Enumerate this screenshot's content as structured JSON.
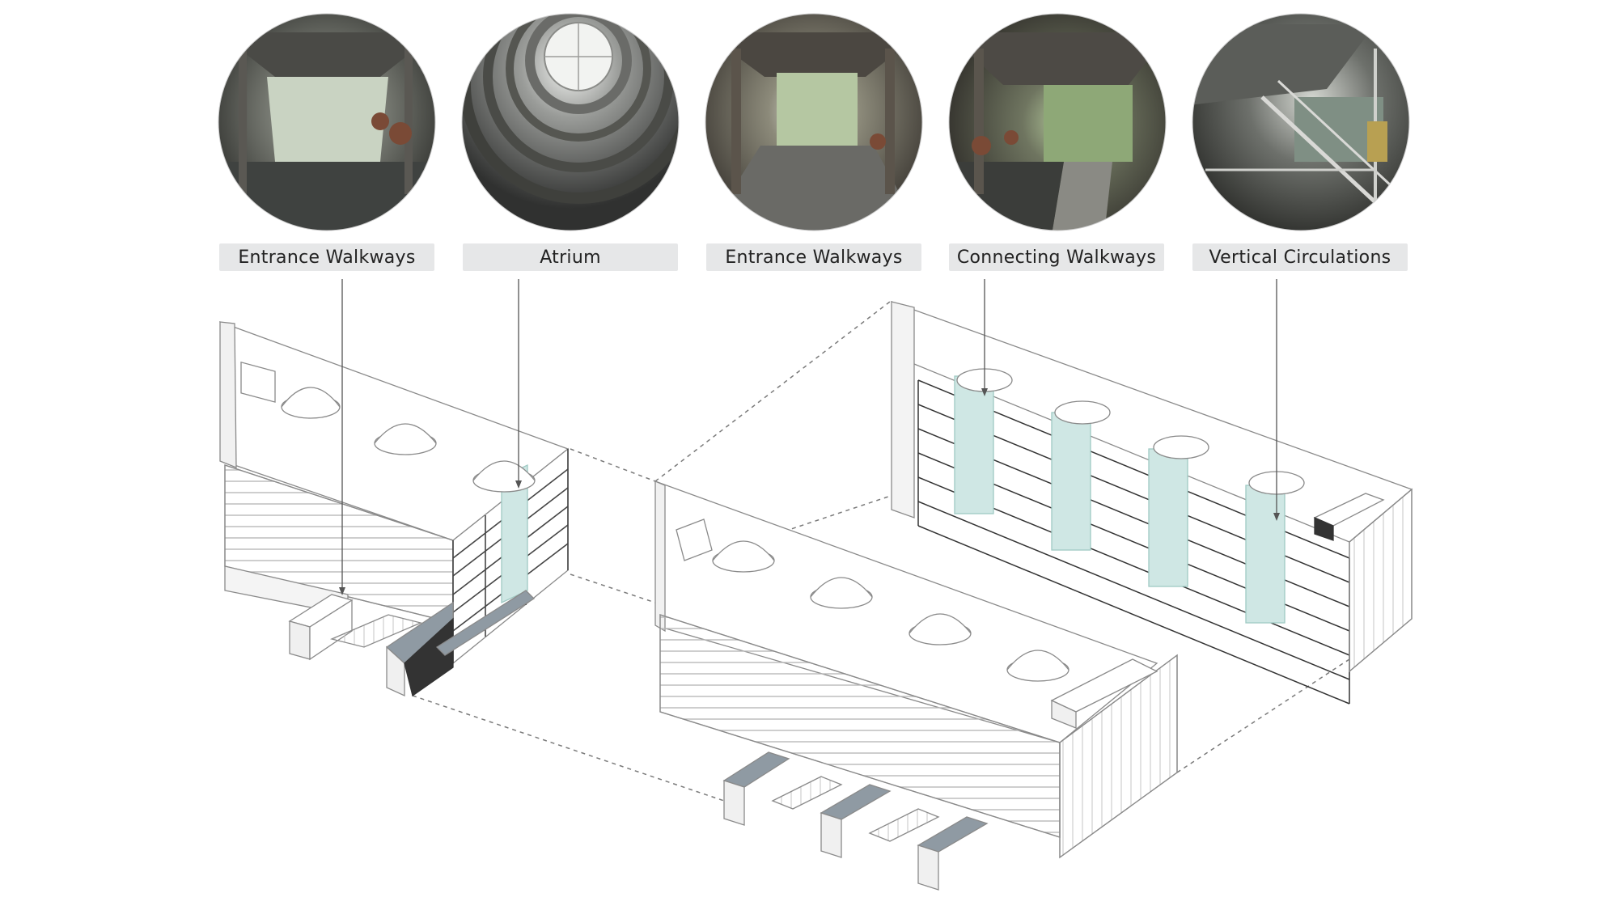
{
  "labels": {
    "entrance_walkways_1": "Entrance Walkways",
    "atrium": "Atrium",
    "entrance_walkways_2": "Entrance Walkways",
    "connecting_walkways": "Connecting Walkways",
    "vertical_circulations": "Vertical Circulations"
  },
  "colors": {
    "pill_bg": "#e6e7e8",
    "glass": "#cfe7e4",
    "glass_edge": "#9fcac4",
    "walkway_dark": "#8f9aa3",
    "line": "#8a8a8a",
    "roof": "#ffffff"
  }
}
